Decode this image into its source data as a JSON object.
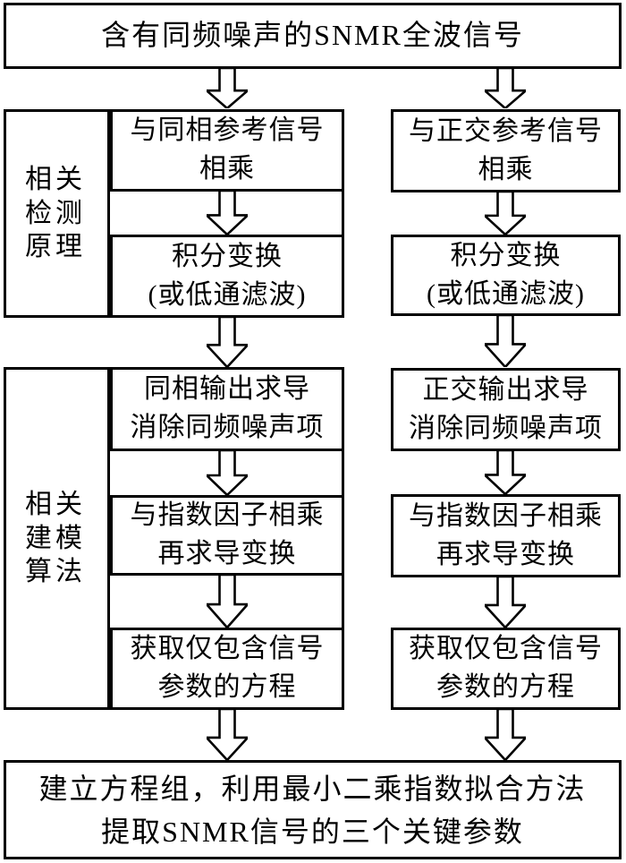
{
  "colors": {
    "line": "#000000",
    "background": "#ffffff"
  },
  "flowchart": {
    "top_box": "含有同频噪声的SNMR全波信号",
    "section1": {
      "label_lines": [
        "相关",
        "检测",
        "原理"
      ],
      "left_steps": [
        [
          "与同相参考信号",
          "相乘"
        ],
        [
          "积分变换",
          "(或低通滤波)"
        ]
      ],
      "right_steps": [
        [
          "与正交参考信号",
          "相乘"
        ],
        [
          "积分变换",
          "(或低通滤波)"
        ]
      ]
    },
    "section2": {
      "label_lines": [
        "相关",
        "建模",
        "算法"
      ],
      "left_steps": [
        [
          "同相输出求导",
          "消除同频噪声项"
        ],
        [
          "与指数因子相乘",
          "再求导变换"
        ],
        [
          "获取仅包含信号",
          "参数的方程"
        ]
      ],
      "right_steps": [
        [
          "正交输出求导",
          "消除同频噪声项"
        ],
        [
          "与指数因子相乘",
          "再求导变换"
        ],
        [
          "获取仅包含信号",
          "参数的方程"
        ]
      ]
    },
    "bottom_box": [
      "建立方程组，利用最小二乘指数拟合方法",
      "提取SNMR信号的三个关键参数"
    ]
  }
}
